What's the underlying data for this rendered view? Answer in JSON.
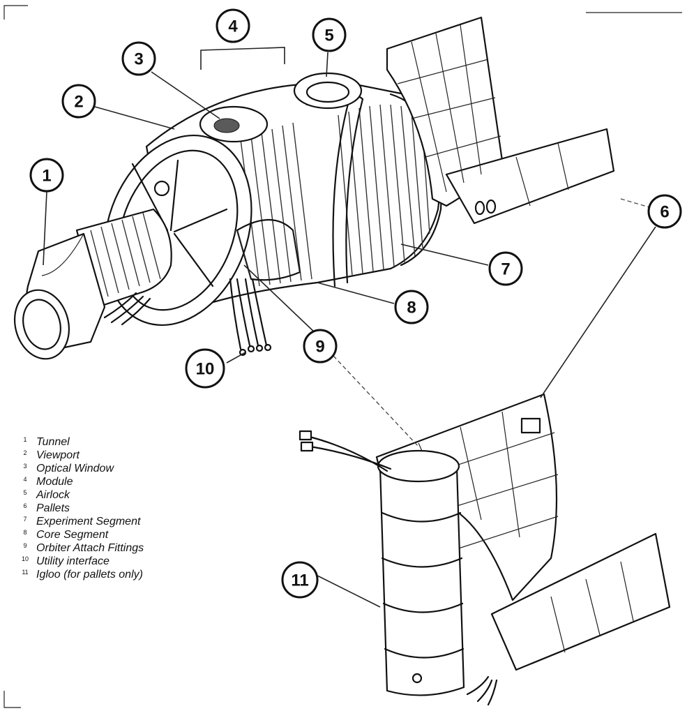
{
  "callouts": [
    "1",
    "2",
    "3",
    "4",
    "5",
    "6",
    "7",
    "8",
    "9",
    "10",
    "11"
  ],
  "legend": [
    {
      "num": "1",
      "label": "Tunnel"
    },
    {
      "num": "2",
      "label": "Viewport"
    },
    {
      "num": "3",
      "label": "Optical Window"
    },
    {
      "num": "4",
      "label": "Module"
    },
    {
      "num": "5",
      "label": "Airlock"
    },
    {
      "num": "6",
      "label": "Pallets"
    },
    {
      "num": "7",
      "label": "Experiment Segment"
    },
    {
      "num": "8",
      "label": "Core Segment"
    },
    {
      "num": "9",
      "label": "Orbiter Attach Fittings"
    },
    {
      "num": "10",
      "label": "Utility interface"
    },
    {
      "num": "11",
      "label": "Igloo (for pallets only)"
    }
  ],
  "colors": {
    "ink": "#111111",
    "paper": "#ffffff",
    "shade": "#5a5a5a"
  }
}
